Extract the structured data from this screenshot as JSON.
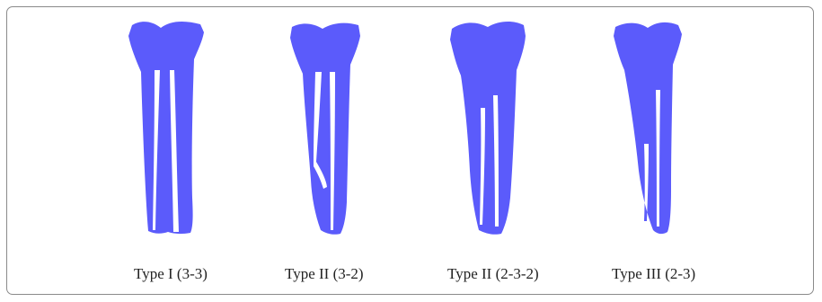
{
  "figure": {
    "accent_color": "#5b5bfb",
    "background_color": "#ffffff",
    "border_color": "#8a8a8a",
    "panels": [
      {
        "caption": "Type I (3-3)"
      },
      {
        "caption": "Type II (3-2)"
      },
      {
        "caption": "Type II (2-3-2)"
      },
      {
        "caption": "Type III (2-3)"
      }
    ]
  }
}
